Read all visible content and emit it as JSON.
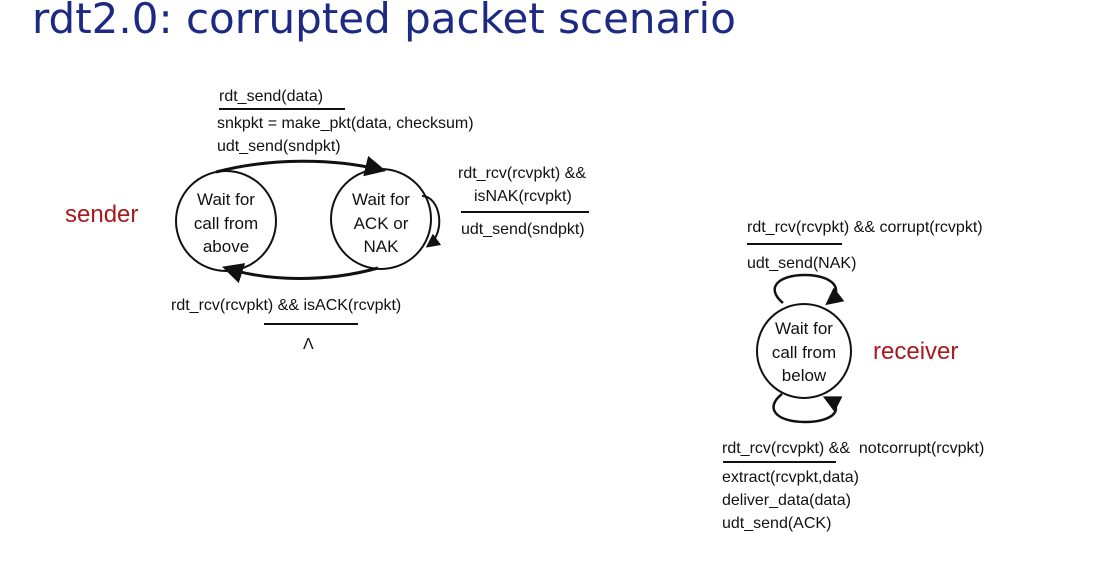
{
  "title": "rdt2.0: corrupted packet scenario",
  "sender": {
    "role_label": "sender",
    "states": {
      "wait_above": [
        "Wait for",
        "call from",
        "above"
      ],
      "wait_ack": [
        "Wait for",
        "ACK or",
        "NAK"
      ]
    },
    "send_transition": {
      "event": "rdt_send(data)",
      "actions": [
        "snkpkt = make_pkt(data, checksum)",
        "udt_send(sndpkt)"
      ]
    },
    "nak_loop": {
      "event": [
        "rdt_rcv(rcvpkt) &&",
        "isNAK(rcvpkt)"
      ],
      "action": "udt_send(sndpkt)"
    },
    "ack_transition": {
      "event": "rdt_rcv(rcvpkt) && isACK(rcvpkt)",
      "action": "Λ"
    }
  },
  "receiver": {
    "role_label": "receiver",
    "state": [
      "Wait for",
      "call from",
      "below"
    ],
    "corrupt_loop": {
      "event": "rdt_rcv(rcvpkt) && corrupt(rcvpkt)",
      "action": "udt_send(NAK)"
    },
    "ok_loop": {
      "event": "rdt_rcv(rcvpkt) &&  notcorrupt(rcvpkt)",
      "actions": [
        "extract(rcvpkt,data)",
        "deliver_data(data)",
        "udt_send(ACK)"
      ]
    }
  }
}
